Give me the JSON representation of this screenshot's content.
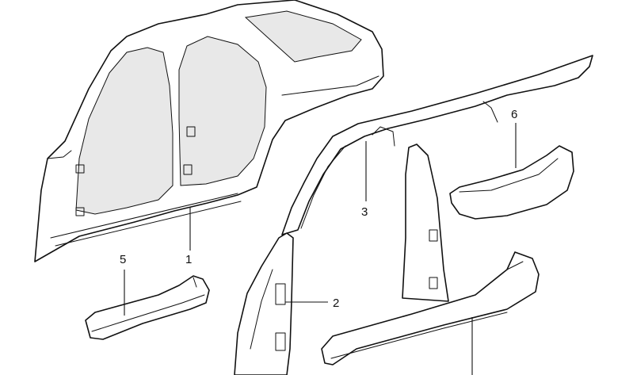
{
  "diagram": {
    "callouts": [
      {
        "id": "1",
        "label": "1"
      },
      {
        "id": "2",
        "label": "2"
      },
      {
        "id": "3",
        "label": "3"
      },
      {
        "id": "5",
        "label": "5"
      },
      {
        "id": "6",
        "label": "6"
      }
    ]
  }
}
